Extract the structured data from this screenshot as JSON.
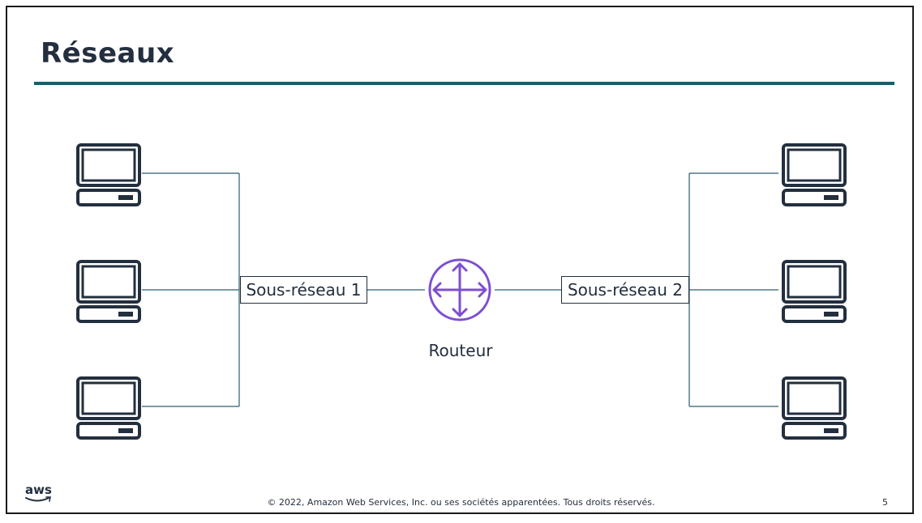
{
  "slide": {
    "title": "Réseaux",
    "copyright": "© 2022, Amazon Web Services, Inc. ou ses sociétés apparentées. Tous droits réservés.",
    "page_number": "5",
    "logo_text": "aws"
  },
  "diagram": {
    "subnets": [
      {
        "label": "Sous-réseau 1",
        "computers": 3
      },
      {
        "label": "Sous-réseau 2",
        "computers": 3
      }
    ],
    "router": {
      "label": "Routeur"
    }
  },
  "colors": {
    "title": "#232f3e",
    "accent_rule": "#1f5a6b",
    "connector": "#2a5d6e",
    "router": "#7d4fd1",
    "icon": "#232f3e"
  },
  "icons": [
    "computer-icon",
    "router-icon",
    "aws-logo"
  ]
}
